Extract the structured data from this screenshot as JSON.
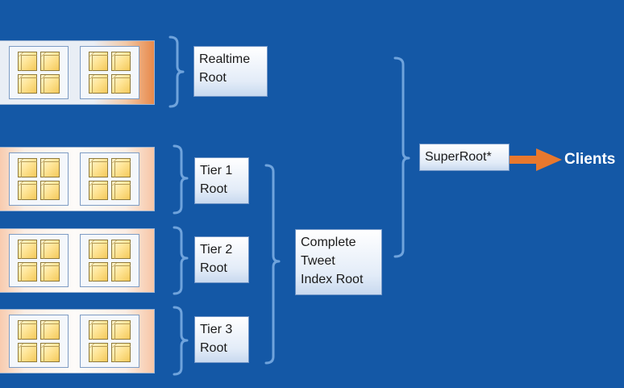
{
  "racks": [
    {
      "id": "realtime",
      "servers": 2
    },
    {
      "id": "tier1",
      "servers": 2
    },
    {
      "id": "tier2",
      "servers": 2
    },
    {
      "id": "tier3",
      "servers": 2
    }
  ],
  "roots": {
    "realtime": [
      "Realtime",
      "Root"
    ],
    "tier1": [
      "Tier 1",
      "Root"
    ],
    "tier2": [
      "Tier 2",
      "Root"
    ],
    "tier3": [
      "Tier 3",
      "Root"
    ],
    "complete": [
      "Complete",
      "Tweet",
      "Index Root"
    ],
    "superroot": [
      "SuperRoot*"
    ]
  },
  "clients_label": "Clients",
  "colors": {
    "background": "#1458a6",
    "bracket": "#6fa3dc",
    "arrow": "#e8782e",
    "realtime_accent": "#e8894a"
  }
}
